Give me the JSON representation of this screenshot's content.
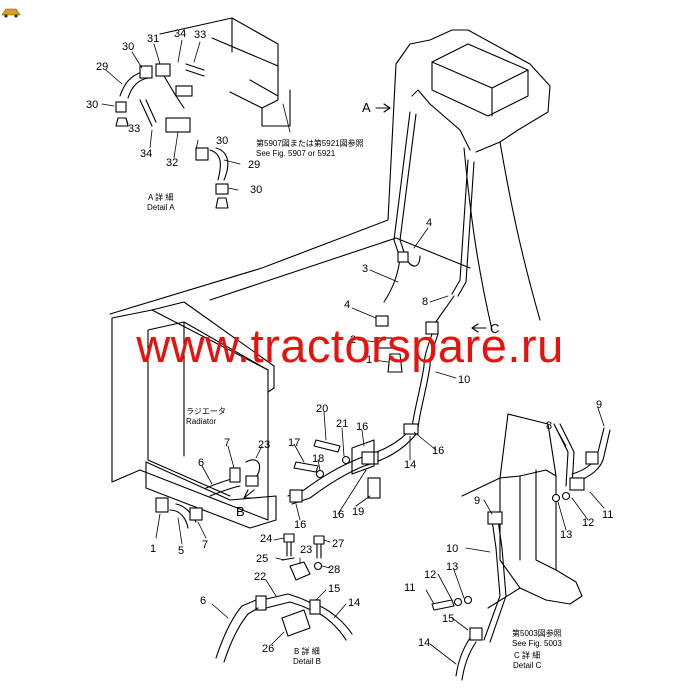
{
  "watermark": {
    "text": "www.tractorspare.ru",
    "color": "#e8120c"
  },
  "view_markers": {
    "a": "A",
    "b": "B",
    "c": "C"
  },
  "notes": {
    "detail_a_title_jp": "A 詳 細",
    "detail_a_title_en": "Detail A",
    "detail_b_title_jp": "B 詳 細",
    "detail_b_title_en": "Detail B",
    "detail_c_title_jp": "C 詳 細",
    "detail_c_title_en": "Detail C",
    "radiator_jp": "ラジエータ",
    "radiator_en": "Radiator",
    "see_fig_a_jp": "第5907図または第5921図参照",
    "see_fig_a_en1": "See  Fig. 5907  or  5921",
    "see_fig_c_jp": "第5003図参照",
    "see_fig_c_en": "See  Fig. 5003"
  },
  "callouts": {
    "detail_a": [
      "29",
      "30",
      "31",
      "34",
      "33",
      "30",
      "33",
      "34",
      "32",
      "30",
      "29",
      "30"
    ],
    "main": [
      "4",
      "3",
      "4",
      "8",
      "2",
      "1",
      "10",
      "20",
      "21",
      "16",
      "17",
      "18",
      "14",
      "16",
      "19",
      "7",
      "23",
      "6",
      "16",
      "16",
      "1",
      "5",
      "7"
    ],
    "detail_b": [
      "24",
      "23",
      "27",
      "25",
      "28",
      "22",
      "15",
      "6",
      "14",
      "26"
    ],
    "detail_c": [
      "9",
      "8",
      "11",
      "12",
      "13",
      "9",
      "10",
      "11",
      "12",
      "13",
      "15",
      "14"
    ]
  }
}
